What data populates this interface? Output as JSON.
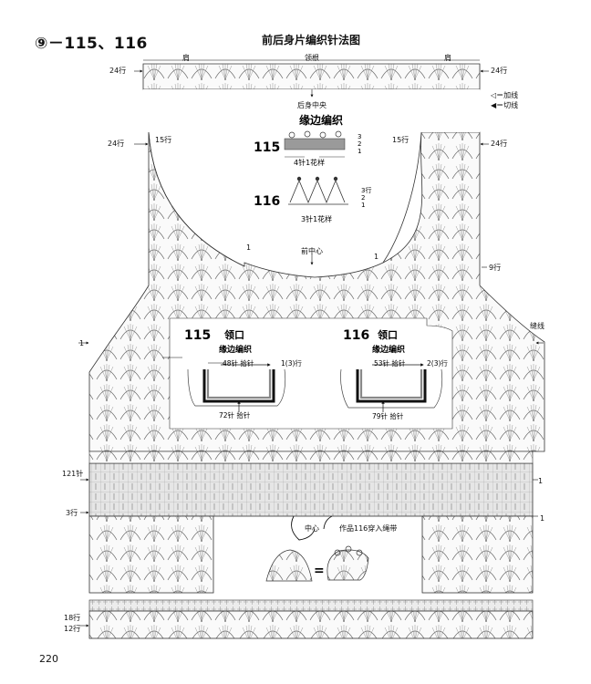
{
  "header": {
    "number": "⑨－115、116",
    "title": "前后身片编织针法图"
  },
  "top_labels": {
    "shoulder_left": "肩",
    "neck_back": "领根",
    "shoulder_right": "肩",
    "back_center": "后身中央",
    "front_center": "前中心"
  },
  "legend": {
    "add_yarn": "◁＝加线",
    "cut_yarn": "◀＝切线"
  },
  "edging": {
    "title": "缘边编织",
    "p115": {
      "label": "115",
      "caption": "4针1花样",
      "rows": [
        "3",
        "2",
        "1"
      ]
    },
    "p116": {
      "label": "116",
      "caption": "3针1花样",
      "rows": [
        "3行",
        "2",
        "1"
      ]
    }
  },
  "collar": {
    "c115": {
      "label": "115",
      "title": "领口",
      "subtitle": "缘边编织",
      "top_stitch": "48针 拾针",
      "top_rows": "1(3)行",
      "bottom_stitch": "72针 拾针"
    },
    "c116": {
      "label": "116",
      "title": "领口",
      "subtitle": "缘边编织",
      "top_stitch": "53针 拾针",
      "top_rows": "2(3)行",
      "bottom_stitch": "79针 拾针"
    }
  },
  "row_marks": {
    "left_24_top": "24行",
    "right_24_top": "24行",
    "left_24_mid": "24行",
    "right_24_mid": "24行",
    "left_15": "15行",
    "right_15": "15行",
    "right_9": "9行",
    "left_121": "121针",
    "left_3": "3行",
    "left_18": "18行",
    "left_12": "12行",
    "one": "1",
    "side_seam": "缝线"
  },
  "center": {
    "label": "中心",
    "note": "作品116穿入绳带",
    "equals": "="
  },
  "page_number": "220",
  "colors": {
    "ink": "#111111",
    "lace": "#555555",
    "band": "#e4e4e4"
  }
}
